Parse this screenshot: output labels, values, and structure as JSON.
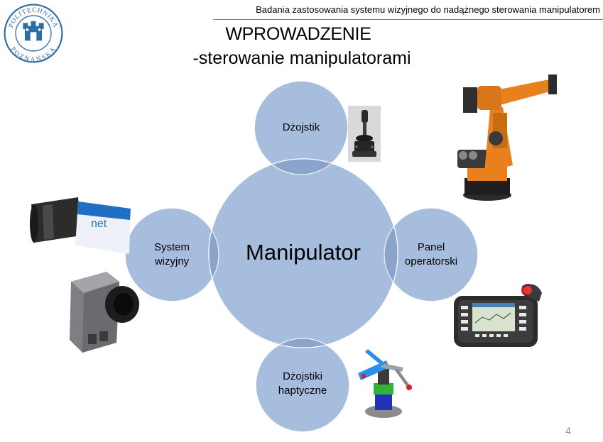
{
  "header": {
    "title": "Badania zastosowania  systemu wizyjnego  do nadążnego sterowania manipulatorem",
    "logo_text_top": "POLITECHNIKA",
    "logo_text_bottom": "POZNAŃSKA"
  },
  "slide": {
    "title_line1": "WPROWADZENIE",
    "title_line2": "-sterowanie manipulatorami",
    "page_number": "4"
  },
  "diagram": {
    "center": "Manipulator",
    "top": "Dżojstik",
    "left_line1": "System",
    "left_line2": "wizyjny",
    "right_line1": "Panel",
    "right_line2": "operatorski",
    "bottom_line1": "Dżojstiki",
    "bottom_line2": "haptyczne",
    "camera_brand": "net"
  },
  "colors": {
    "circle_fill": "#a6bddd",
    "circle_overlap": "#8aa4cb",
    "circle_stroke": "#ffffff",
    "header_line": "#6f7ea8",
    "logo_blue": "#2e6ca6",
    "robot_orange": "#e8811d"
  }
}
